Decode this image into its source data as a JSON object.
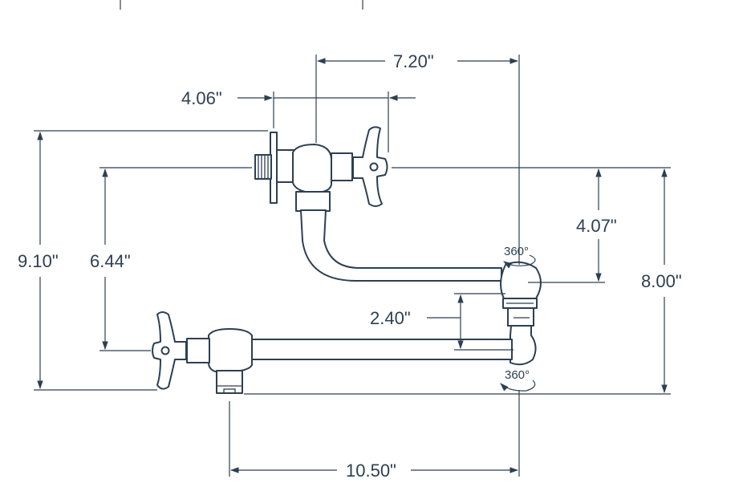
{
  "dimensions": {
    "top_width": "7.20\"",
    "valve_spacing": "4.06\"",
    "overall_height": "9.10\"",
    "inlet_height": "6.44\"",
    "upper_drop": "4.07\"",
    "arm_gap": "2.40\"",
    "right_height": "8.00\"",
    "reach": "10.50\""
  },
  "rotation": {
    "upper_joint": "360°",
    "lower_joint": "360°"
  },
  "colors": {
    "line": "#2d3f52",
    "background": "#ffffff"
  }
}
